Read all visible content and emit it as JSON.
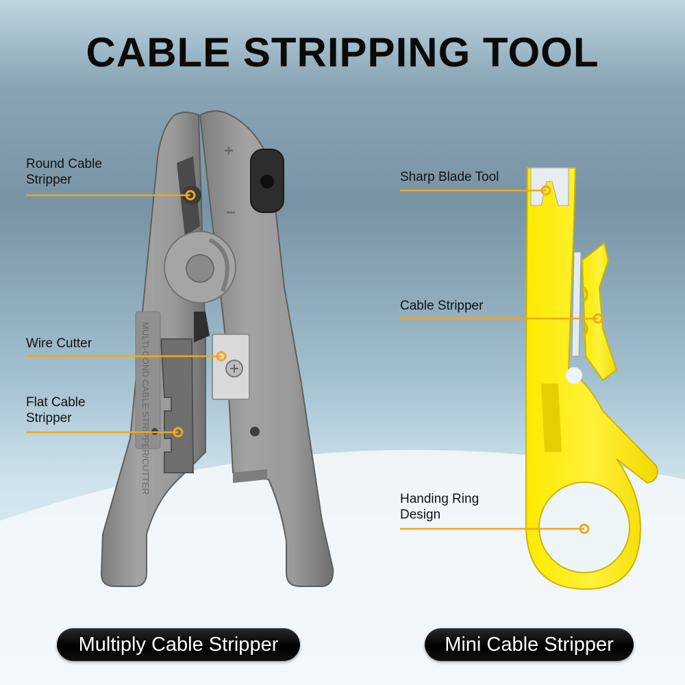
{
  "title": "CABLE STRIPPING TOOL",
  "callouts": {
    "round_cable_stripper": "Round Cable\nStripper",
    "wire_cutter": "Wire Cutter",
    "flat_cable_stripper": "Flat Cable\nStripper",
    "sharp_blade_tool": "Sharp Blade Tool",
    "cable_stripper": "Cable Stripper",
    "handing_ring_design": "Handing Ring\nDesign"
  },
  "tool_engraving": "MULTI-COND CABLE STRIPPER/CUTTER",
  "adjust_symbols": {
    "plus": "+",
    "minus": "−"
  },
  "labels": {
    "left_tool": "Multiply Cable Stripper",
    "right_tool": "Mini Cable Stripper"
  },
  "colors": {
    "accent": "#f2a71b",
    "grey_tool": "#9c9c9c",
    "yellow_tool": "#ffee1a"
  }
}
